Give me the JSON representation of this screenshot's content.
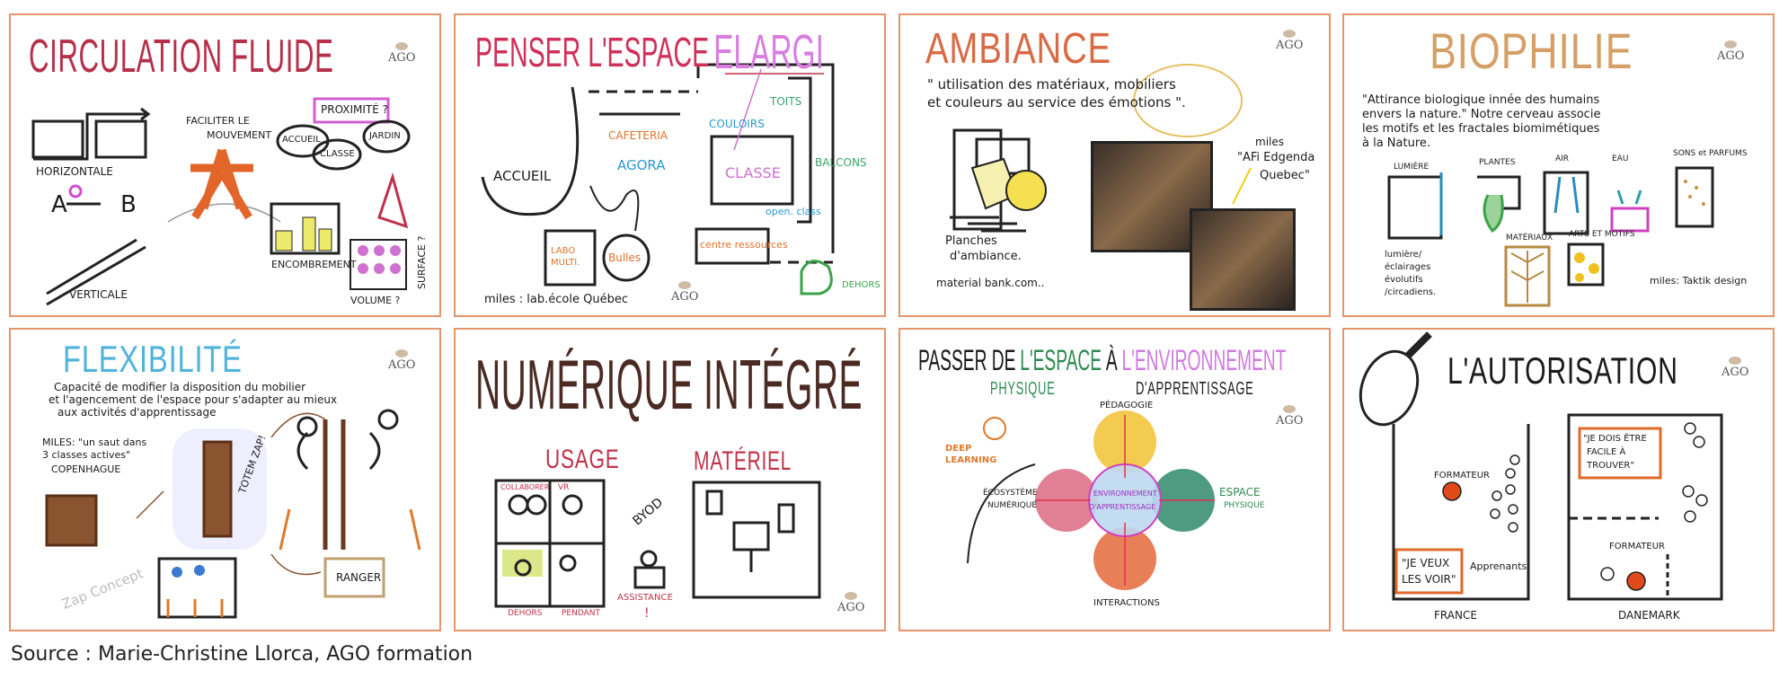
{
  "logo": "AGO",
  "cards": [
    {
      "title": "CIRCULATION FLUIDE",
      "labels": {
        "horizontale": "HORIZONTALE",
        "a": "A",
        "b": "B",
        "verticale": "VERTICALE",
        "faciliter": "FACILITER LE",
        "mouvement": "MOUVEMENT",
        "proximite": "PROXIMITÉ ?",
        "accueil": "ACCUEIL",
        "classe": "CLASSE",
        "jardin": "JARDIN",
        "encombrement": "ENCOMBREMENT",
        "volume": "VOLUME ?",
        "surface": "SURFACE ?"
      }
    },
    {
      "title": "PENSER L'ESPACE",
      "title_accent": "ELARGI",
      "labels": {
        "accueil": "ACCUEIL",
        "cafeteria": "CAFETERIA",
        "agora": "AGORA",
        "couloirs": "COULOIRS",
        "toits": "TOITS",
        "classe": "CLASSE",
        "balcons": "BALCONS",
        "open_class": "open. class",
        "centre": "centre ressources",
        "labo": "LABO MULTI.",
        "bulles": "Bulles",
        "dehors": "DEHORS",
        "miles": "miles : lab.école Québec"
      }
    },
    {
      "title": "AMBIANCE",
      "quote1": "\" utilisation des matériaux, mobiliers",
      "quote2": "et couleurs au service des émotions \".",
      "planches1": "Planches",
      "planches2": "d'ambiance.",
      "material": "material bank.com..",
      "miles1": "miles",
      "miles2": "\"AFi Edgenda",
      "miles3": "Quebec\""
    },
    {
      "title": "BIOPHILIE",
      "quote": [
        "\"Attirance biologique innée des humains",
        "envers la nature.\" Notre cerveau associe",
        "les motifs et les fractales biomimétiques",
        "à la Nature."
      ],
      "labels": {
        "lumiere": "LUMIÈRE",
        "plantes": "PLANTES",
        "air": "AIR",
        "eau": "EAU",
        "sons": "SONS et PARFUMS",
        "materiaux": "MATÉRIAUX",
        "arts": "ARTS ET MOTIFS",
        "eclairage1": "lumière/",
        "eclairage2": "éclairages",
        "eclairage3": "évolutifs",
        "eclairage4": "/circadiens.",
        "miles": "miles: Taktik design"
      }
    },
    {
      "title": "FLEXIBILITÉ",
      "desc": [
        "Capacité de modifier la disposition du mobilier",
        "et l'agencement de l'espace pour s'adapter au mieux",
        "aux activités d'apprentissage"
      ],
      "miles1": "MILES: \"un saut dans",
      "miles2": "3 classes actives\"",
      "miles3": "COPENHAGUE",
      "totem": "TOTEM ZAP!",
      "ranger": "RANGER",
      "zap": "Zap Concept"
    },
    {
      "title": "NUMÉRIQUE INTÉGRÉ",
      "usage": "USAGE",
      "materiel": "MATÉRIEL",
      "collaborer": "COLLABORER",
      "vr": "VR",
      "dehors": "DEHORS",
      "pendant": "PENDANT",
      "byod": "BYOD",
      "assistance": "ASSISTANCE",
      "excl": "!"
    },
    {
      "title_a": "PASSER DE",
      "title_b": "L'ESPACE",
      "title_c": "À",
      "title_d": "L'ENVIRONNEMENT",
      "physique": "PHYSIQUE",
      "apprentissage": "D'APPRENTISSAGE",
      "deep1": "DEEP",
      "deep2": "LEARNING",
      "pedagogie": "PÉDAGOGIE",
      "eco1": "ÉCOSYSTÈME",
      "eco2": "NUMÉRIQUE",
      "esp1": "ESPACE",
      "esp2": "PHYSIQUE",
      "env1": "ENVIRONNEMENT",
      "env2": "D'APPRENTISSAGE",
      "interactions": "INTERACTIONS",
      "colors": {
        "top": "#f2c232",
        "left": "#dc6a82",
        "right": "#2f8a6c",
        "bottom": "#e4683a",
        "center": "#bcd8ef"
      }
    },
    {
      "title": "L'AUTORISATION",
      "formateur": "FORMATEUR",
      "apprenants": "Apprenants",
      "veux1": "\"JE VEUX",
      "veux2": "LES VOIR\"",
      "dois1": "\"JE DOIS ÊTRE",
      "dois2": "FACILE À",
      "dois3": "TROUVER\"",
      "france": "FRANCE",
      "danemark": "DANEMARK"
    }
  ],
  "source": "Source : Marie-Christine Llorca, AGO formation"
}
